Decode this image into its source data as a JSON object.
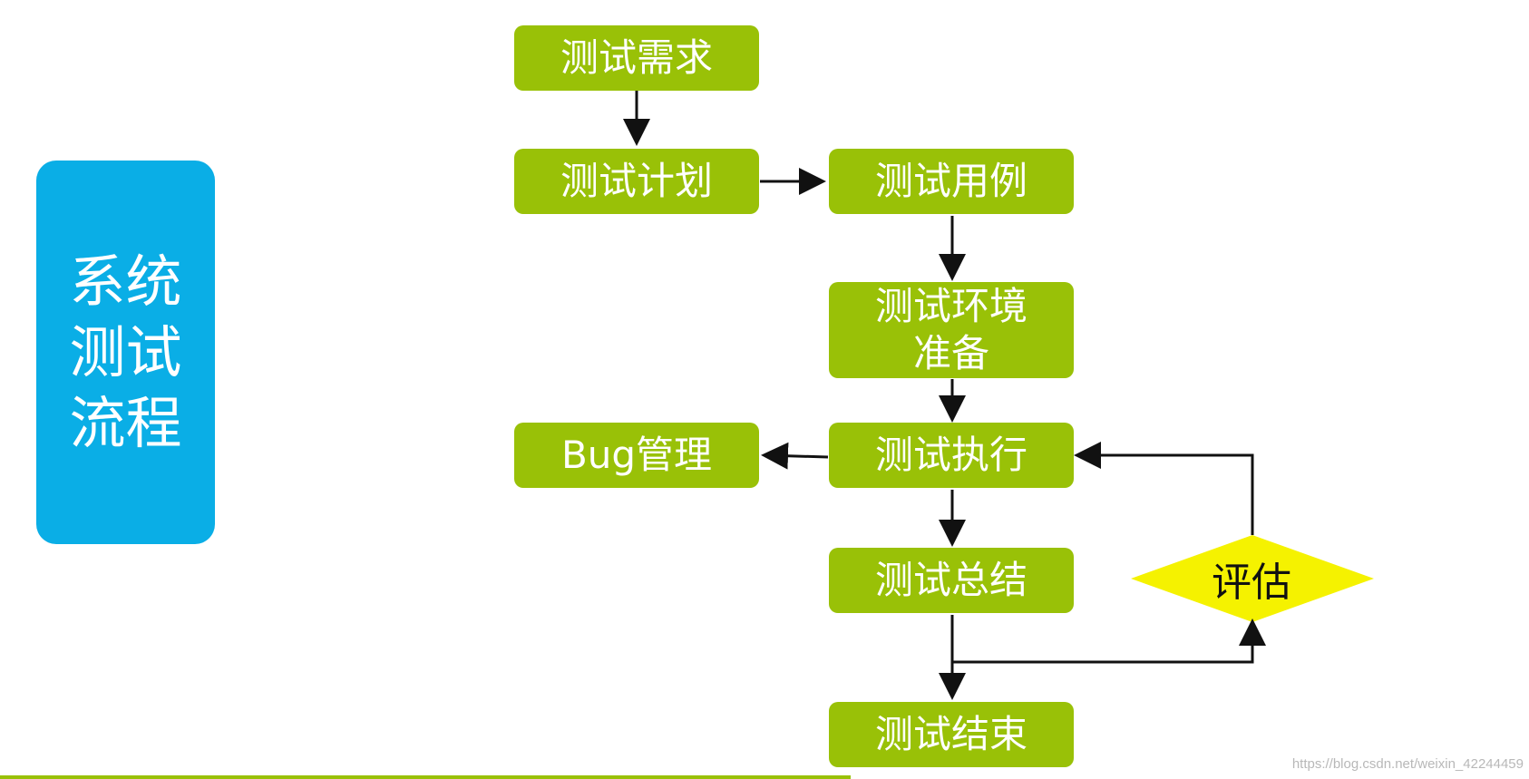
{
  "title": "系统测试流程",
  "steps": {
    "requirements": "测试需求",
    "plan": "测试计划",
    "cases": "测试用例",
    "env": "测试环境准备",
    "execute": "测试执行",
    "bug": "Bug管理",
    "summary": "测试总结",
    "end": "测试结束"
  },
  "decision": "评估",
  "watermark": "https://blog.csdn.net/weixin_42244459",
  "colors": {
    "title_bg": "#0aaee6",
    "step_bg": "#99c107",
    "decision_bg": "#f5f200",
    "arrow": "#111111"
  }
}
